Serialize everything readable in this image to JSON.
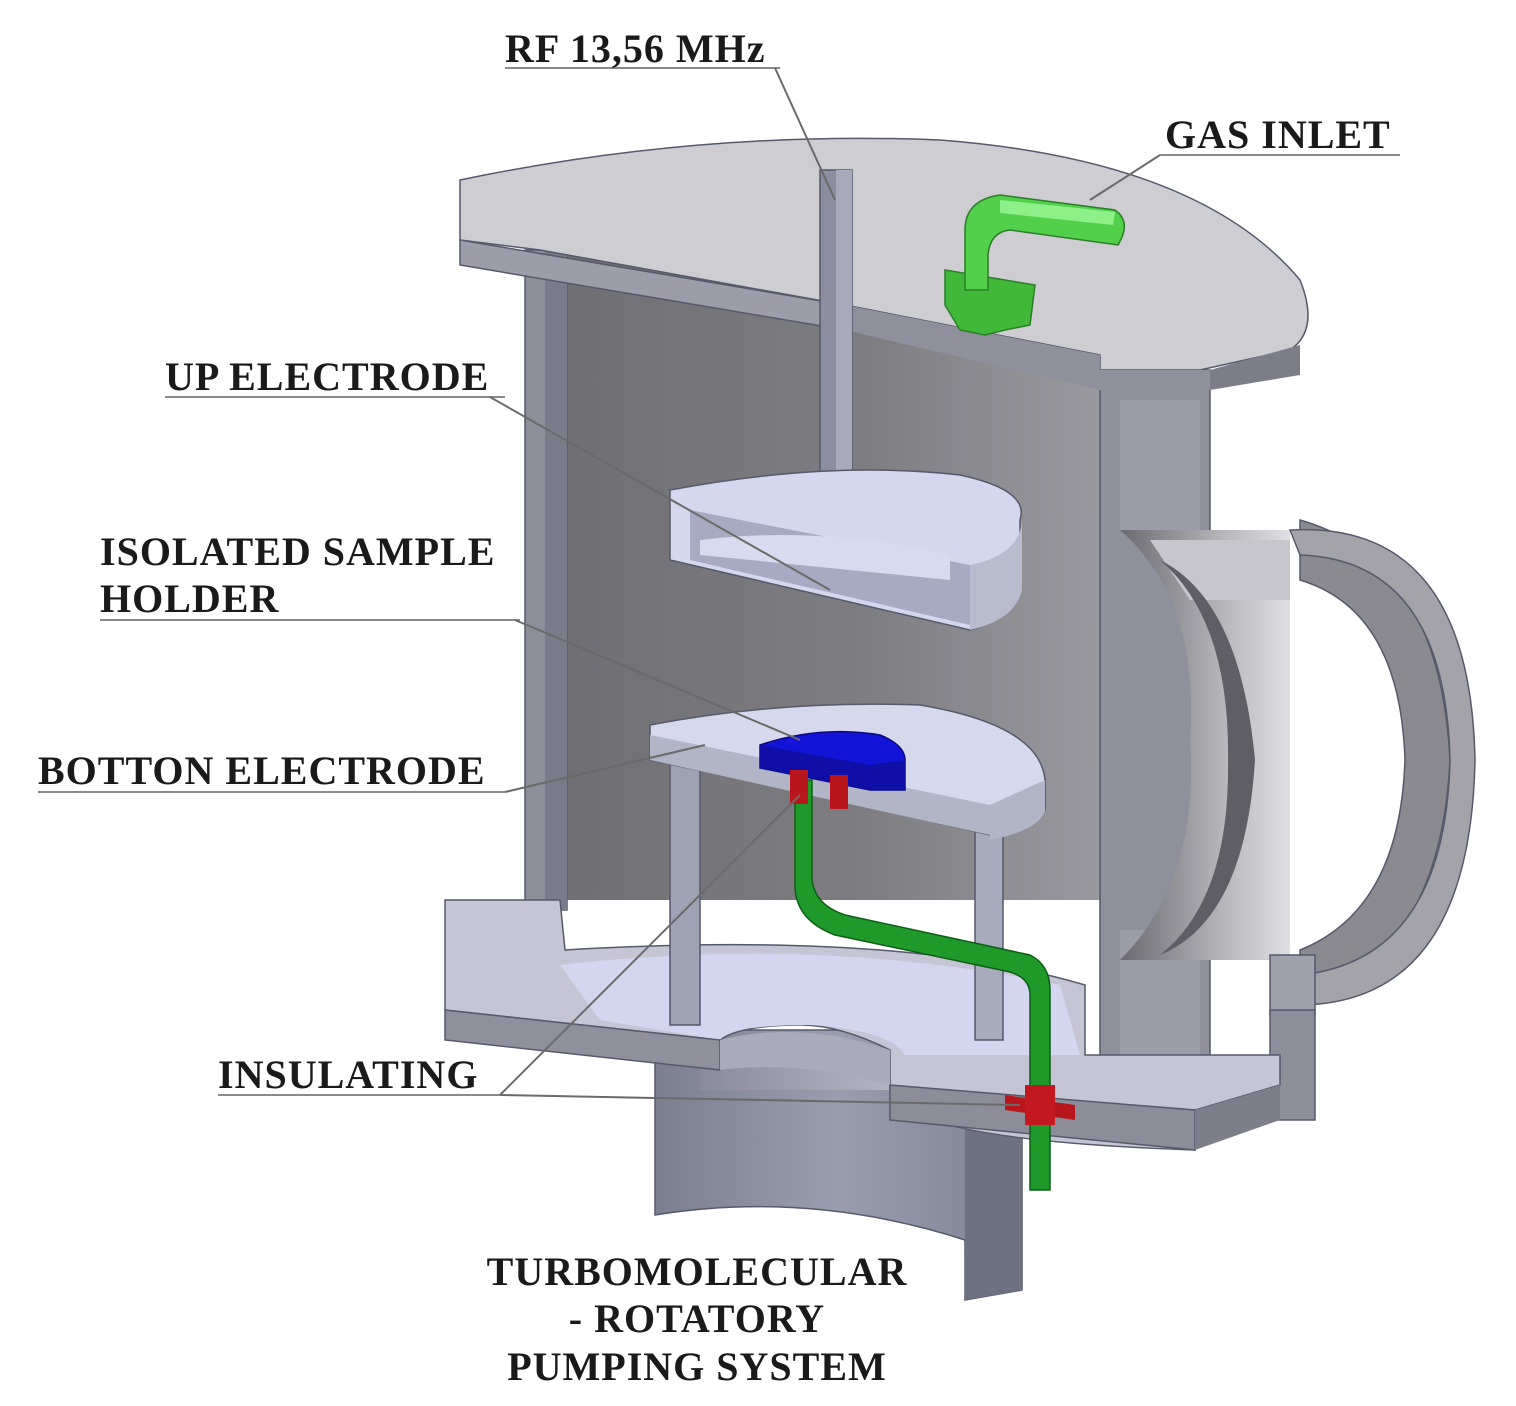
{
  "labels": {
    "rf": "RF 13,56 MHz",
    "gas_inlet": "GAS INLET",
    "up_electrode": "UP ELECTRODE",
    "sample_holder_line1": "ISOLATED SAMPLE",
    "sample_holder_line2": "HOLDER",
    "bottom_electrode": "BOTTON ELECTRODE",
    "insulating": "INSULATING",
    "pump_line1": "TURBOMOLECULAR",
    "pump_line2": "- ROTATORY",
    "pump_line3": "PUMPING SYSTEM"
  },
  "colors": {
    "metal_light": "#c9c9cf",
    "metal_mid": "#9b9ca8",
    "metal_dark": "#6d6e78",
    "wall_inner": "#7b7b80",
    "electrode_face": "#d6d9ee",
    "gas_pipe": "#52d04c",
    "feedthrough": "#1f9a2a",
    "sample_holder": "#1414d8",
    "insulator": "#b8161c"
  }
}
